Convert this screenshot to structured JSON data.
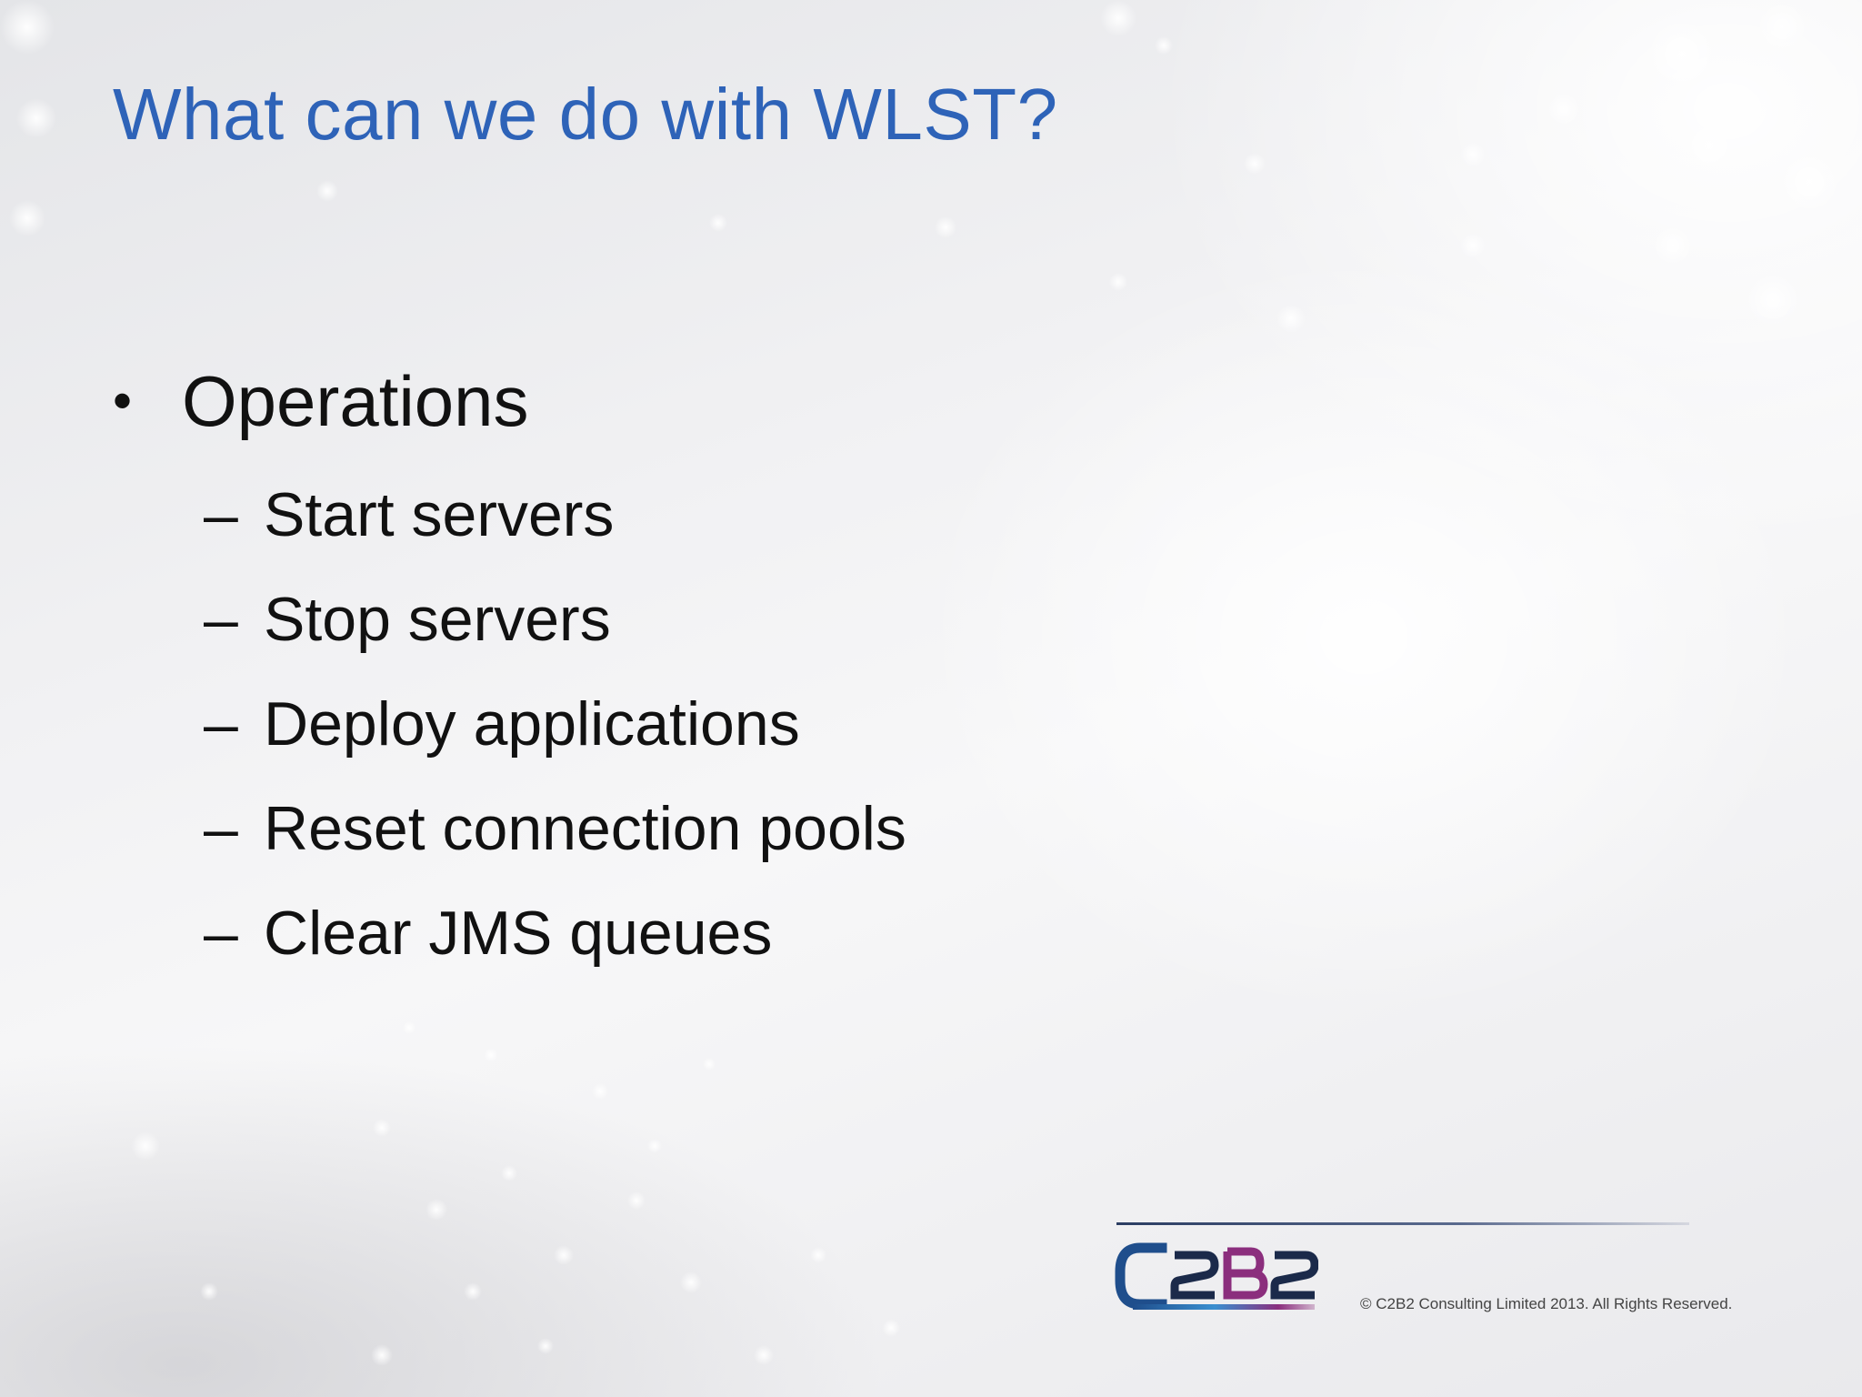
{
  "slide": {
    "title": "What can we do with WLST?",
    "bullet": {
      "marker": "•",
      "label": "Operations",
      "sub_marker": "–",
      "items": [
        "Start servers",
        "Stop servers",
        "Deploy applications",
        "Reset connection pools",
        "Clear JMS queues"
      ]
    }
  },
  "footer": {
    "logo_text": "C2B2",
    "copyright": "© C2B2 Consulting Limited 2013. All Rights Reserved."
  },
  "colors": {
    "title": "#2e63b8",
    "body_text": "#111111",
    "logo_c": "#1f4e8c",
    "logo_2": "#1b2a4a",
    "logo_b": "#8b2e7d"
  },
  "icons": {
    "logo": "c2b2-logo"
  }
}
